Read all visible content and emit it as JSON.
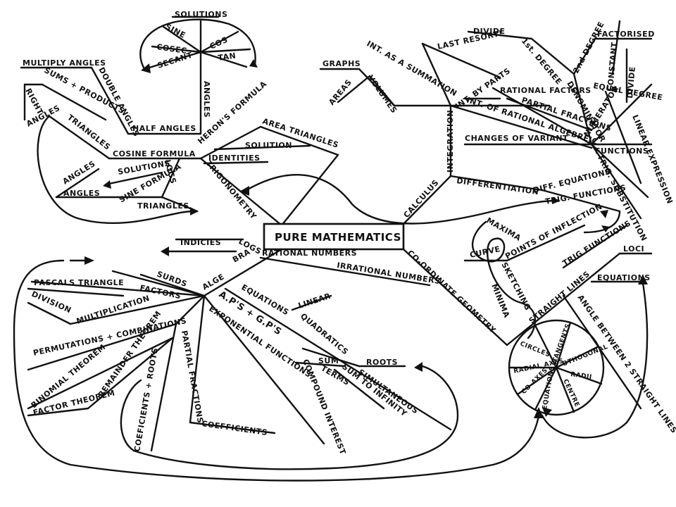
{
  "center": "PURE MATHEMATICS",
  "labels": {
    "solutions_top": "SOLUTIONS",
    "sine": "SINE",
    "cos": "COS",
    "cosec": "COSEC",
    "secant": "SECANT",
    "tan": "TAN",
    "angles": "ANGLES",
    "multiply_angles": "MULTIPLY ANGLES",
    "sums_products": "SUMS + PRODUCTS",
    "double_angles": "DOUBLE ANGLES",
    "right": "RIGHT",
    "angles_left": "ANGLES",
    "triangles_top": "TRIANGLES",
    "half_angles": "HALF ANGLES",
    "cosine_formula": "COSINE FORMULA",
    "herons_formula": "HERON'S FORMULA",
    "area_triangles": "AREA TRIANGLES",
    "solution": "SOLUTION",
    "identities": "IDENTITIES",
    "logs_small": "LOGS",
    "solutions_mid": "SOLUTIONS",
    "angles_small": "ANGLES",
    "angles_small2": "ANGLES",
    "sine_formula": "SINE FORMULA",
    "triangles_low": "TRIANGLES",
    "trigonometry": "TRIGONOMETRY",
    "indicies": "INDICIES",
    "logs": "LOGS",
    "algebra_bra": "BRA",
    "alge": "ALGE",
    "rational_numbers": "RATIONAL NUMBERS",
    "irrational_numbers": "IRRATIONAL NUMBERS",
    "surds": "SURDS",
    "factors": "FACTORS",
    "pascals_triangle": "PASCALS TRIANGLE",
    "division": "DIVISION",
    "multiplication": "MULTIPLICATION",
    "equations_alg": "EQUATIONS",
    "linear": "LINEAR",
    "aps_gps": "A.P'S + G.P'S",
    "exponential_functions": "EXPONENTIAL FUNCTIONS",
    "quadratics": "QUADRATICS",
    "roots": "ROOTS",
    "simultaneous": "SIMULTANEOUS",
    "sum": "SUM",
    "sum_to_infinity": "SUM TO INFINITY",
    "terms": "TERMS",
    "compound_interest": "COMPOUND INTEREST",
    "permutations": "PERMUTATIONS + COMBINATIONS",
    "binomial_theorem": "BINOMIAL THEOREM",
    "factor_theorem": "FACTOR THEOREM",
    "remainder_theorem": "REMAINDER THEOREM",
    "partial_fractions_alg": "PARTIAL FRACTIONS",
    "coefficients_roots": "COEFICIENTS + ROOTS",
    "coefficients": "COEFFICIENTS",
    "graphs": "GRAPHS",
    "areas": "AREAS",
    "volumes": "VOLUMES",
    "int_summation": "INT. AS A SUMMATION",
    "last_resort": "LAST RESORT!",
    "int_by_parts": "INT. BY PARTS",
    "divide_top": "DIVIDE",
    "first_degree": "1st. DEGREE",
    "second_degree": "2nd DEGREE",
    "factorised": "FACTORISED",
    "constant": "CONSTANT",
    "divide_right": "DIVIDE",
    "equal_degree": "EQUAL DEGREE",
    "rational_factors": "RATIONAL FACTORS",
    "partial_fractions_int": "PARTIAL FRACTIONS",
    "denominator": "DENOMINATOR",
    "numerator": "NUMERATOR",
    "int_rational": "INT. OF RATIONAL ALGEBREIC",
    "linear_expression": "LINEAR EXPRESSION",
    "changes_of_variant": "CHANGES OF VARIANT",
    "functions": "FUNCTIONS",
    "integration": "INTEGRATION",
    "trig_substitution": "TRIG. SUBSTITUTION",
    "differentiation": "DIFFERENTIATION",
    "diff_equations": "DIFF. EQUATIONS",
    "trig_functions_upper": "TRIG. FUNCTIONS",
    "calculus": "CALCULUS",
    "maxima": "MAXIMA",
    "curve": "CURVE",
    "points_of_inflection": "POINTS OF INFLECTION",
    "sketching": "SKETCHING",
    "minima": "MINIMA",
    "trig_functions_lower": "TRIG FUNCTIONS",
    "coordinate_geometry": "CO-ORDINATE GEOMETRY",
    "loci": "LOCI",
    "equations_geo": "EQUATIONS",
    "straight_lines": "STRAIGHT LINES",
    "angle_between": "ANGLE BETWEEN 2 STRAIGHT LINES",
    "circles": "CIRCLES",
    "tangents": "TANGENTS",
    "othogonal": "OTHOGONAL",
    "radial_axes": "RADIAL AXES",
    "radii": "RADII",
    "co_axes": "CO-AXES",
    "centre": "CENTRE",
    "equations_circle": "EQUATIONS"
  }
}
